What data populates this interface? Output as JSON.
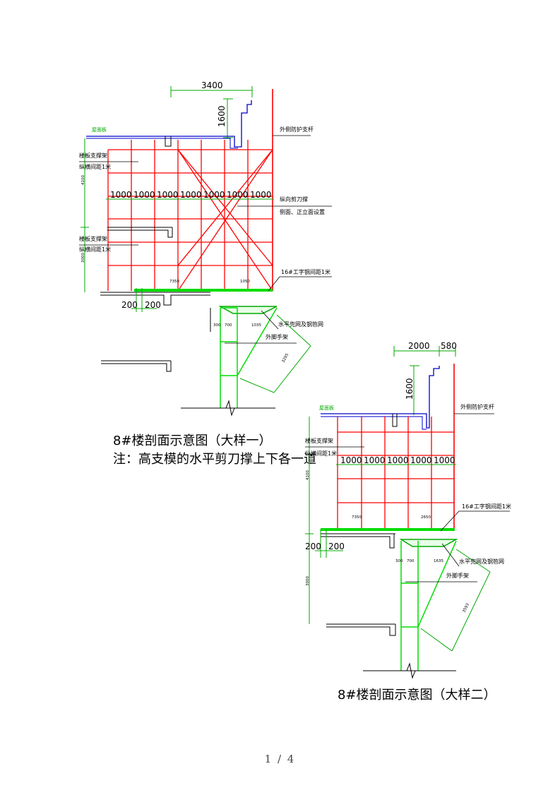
{
  "detail1": {
    "dims": {
      "top_width": "3400",
      "top_height": "1600",
      "spacing": [
        "1000",
        "1000",
        "1000",
        "1000",
        "1000",
        "1000",
        "1000"
      ],
      "vert_upper": "4100",
      "vert_lower": "3000",
      "beam_left": "7350",
      "beam_right": "1050",
      "bottom_a": "200",
      "bottom_b": "200",
      "bracket_a": "300",
      "bracket_b": "700",
      "bracket_c": "1035",
      "diagonal": "3295"
    },
    "labels": {
      "roof": "屋面板",
      "outer_guard": "外侧防护支杆",
      "slab_support_upper_1": "楼板支撑架",
      "slab_support_upper_2": "纵横间距1米",
      "long_brace_1": "纵向剪刀撑",
      "long_brace_2": "侧面、正立面设置",
      "slab_support_lower_1": "楼板支撑架",
      "slab_support_lower_2": "纵横间距1米",
      "i_beam": "16#工字钢间距1米",
      "flat_net": "水平兜网及钢笆网",
      "ext_scaffold": "外脚手架"
    },
    "title": "8#楼剖面示意图（大样一）",
    "note": "注：高支模的水平剪刀撑上下各一道"
  },
  "detail2": {
    "dims": {
      "top_width_a": "2000",
      "top_width_b": "580",
      "top_height": "1600",
      "spacing": [
        "1000",
        "1000",
        "1000",
        "1000",
        "1000"
      ],
      "vert_upper": "4100",
      "vert_lower": "3000",
      "beam_left": "7350",
      "beam_right": "2650",
      "bottom_a": "200",
      "bottom_b": "200",
      "bracket_a": "300",
      "bracket_b": "700",
      "bracket_c": "1635",
      "diagonal": "3593"
    },
    "labels": {
      "roof": "屋面板",
      "outer_guard": "外侧防护支杆",
      "slab_support_1": "楼板支撑架",
      "slab_support_2": "纵横间距1米",
      "i_beam": "16#工字钢间距1米",
      "flat_net": "水平兜网及钢笆网",
      "ext_scaffold": "外脚手架"
    },
    "title": "8#楼剖面示意图（大样二）"
  },
  "footer": {
    "page_indicator": "1 / 4"
  },
  "colors": {
    "scaffold": "#ff0000",
    "bracket": "#00dd00",
    "structure": "#0000cc",
    "dimension": "#00aa00",
    "text": "#000000"
  }
}
